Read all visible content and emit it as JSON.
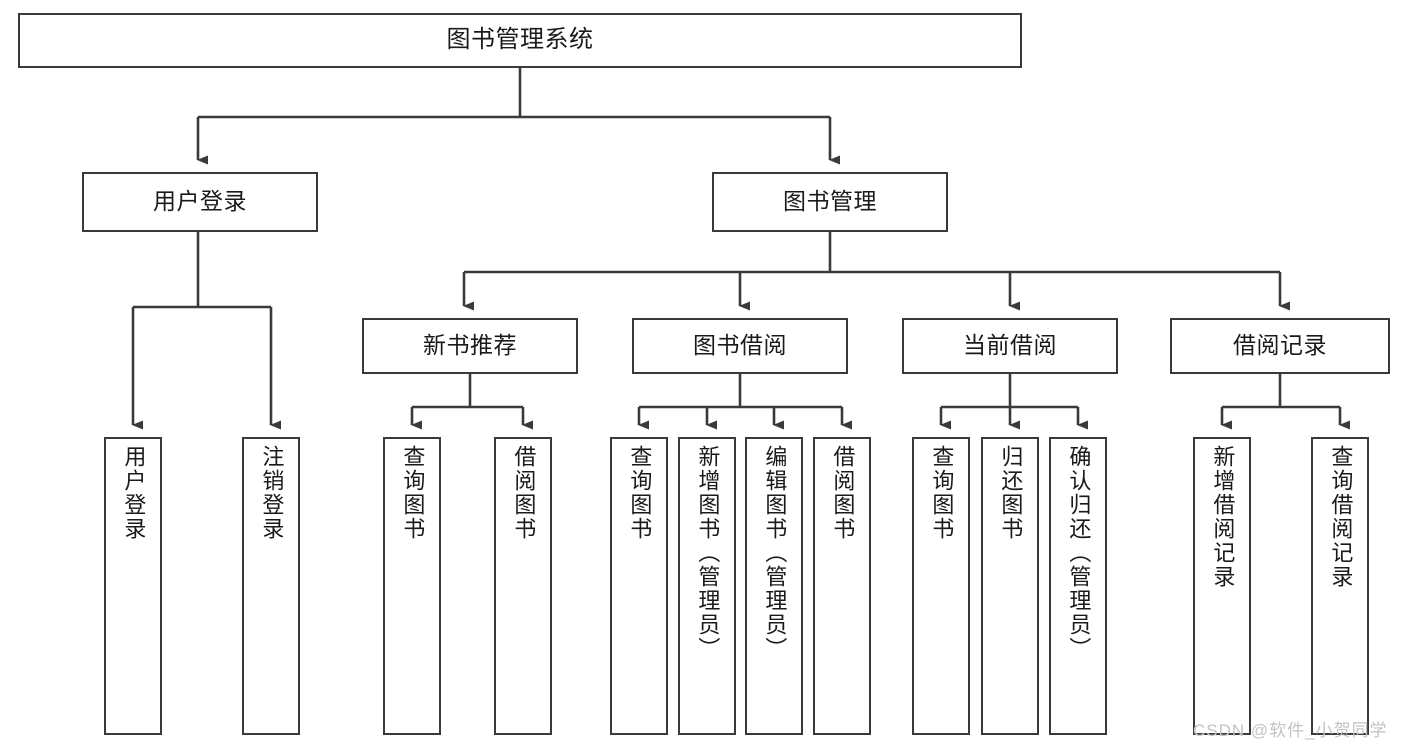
{
  "diagram": {
    "title": "图书管理系统",
    "type": "hierarchy-tree",
    "background_color": "#ffffff",
    "node_border_color": "#3a3a3a",
    "node_fill_color": "#ffffff",
    "connector_color": "#3a3a3a",
    "watermark": "CSDN @软件_小贺同学",
    "watermark_color": "#c3c3c3"
  },
  "nodes": {
    "root": {
      "label": "图书管理系统",
      "level": 1
    },
    "user_login": {
      "label": "用户登录",
      "level": 2
    },
    "book_manage": {
      "label": "图书管理",
      "level": 2
    },
    "new_book_rec": {
      "label": "新书推荐",
      "level": 3
    },
    "book_borrow": {
      "label": "图书借阅",
      "level": 3
    },
    "current_borrow": {
      "label": "当前借阅",
      "level": 3
    },
    "borrow_record": {
      "label": "借阅记录",
      "level": 3
    },
    "leaf_user_login": {
      "label": "用户登录",
      "level": 3
    },
    "leaf_user_logout": {
      "label": "注销登录",
      "level": 3
    },
    "leaf_rec_query": {
      "label": "查询图书",
      "level": 4
    },
    "leaf_rec_borrow": {
      "label": "借阅图书",
      "level": 4
    },
    "leaf_borrow_query": {
      "label": "查询图书",
      "level": 4
    },
    "leaf_borrow_add": {
      "label": "新增图书（管理员）",
      "level": 4
    },
    "leaf_borrow_edit": {
      "label": "编辑图书（管理员）",
      "level": 4
    },
    "leaf_borrow_lend": {
      "label": "借阅图书",
      "level": 4
    },
    "leaf_cur_query": {
      "label": "查询图书",
      "level": 4
    },
    "leaf_cur_return": {
      "label": "归还图书",
      "level": 4
    },
    "leaf_cur_confirm": {
      "label": "确认归还（管理员）",
      "level": 4
    },
    "leaf_rec_add": {
      "label": "新增借阅记录",
      "level": 4
    },
    "leaf_rec_search": {
      "label": "查询借阅记录",
      "level": 4
    }
  }
}
